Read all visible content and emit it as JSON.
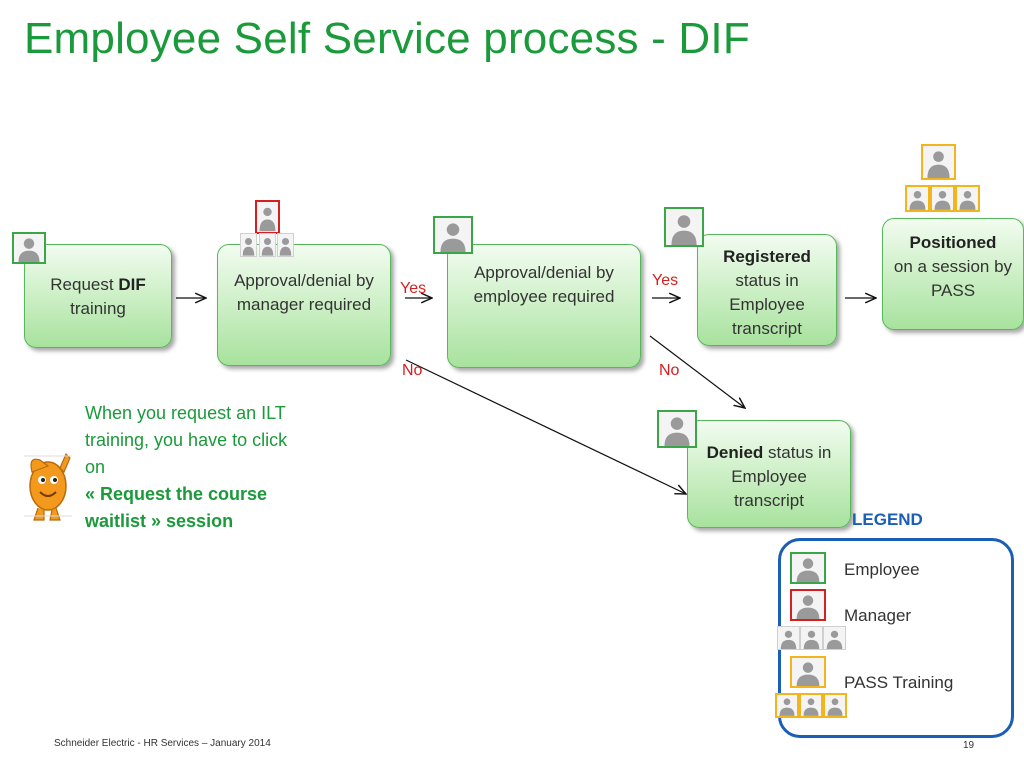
{
  "title": "Employee Self Service process - DIF",
  "nodes": {
    "request": {
      "prefix": "Request ",
      "bold": "DIF",
      "suffix": "training"
    },
    "manager_approval": {
      "text": "Approval/denial by manager required"
    },
    "employee_approval": {
      "text": "Approval/denial by employee required"
    },
    "registered": {
      "bold": "Registered",
      "text": "status in Employee transcript"
    },
    "positioned": {
      "bold": "Positioned",
      "text": "on a session by PASS"
    },
    "denied": {
      "bold": "Denied",
      "text": "status in Employee transcript"
    }
  },
  "edge_labels": {
    "yes1": "Yes",
    "yes2": "Yes",
    "no1": "No",
    "no2": "No"
  },
  "note": {
    "line1": "When you request an ILT training, you have to click on",
    "bold": "« Request the course waitlist » session"
  },
  "legend": {
    "title": "LEGEND",
    "employee": "Employee",
    "manager": "Manager",
    "pass": "PASS Training"
  },
  "footer": "Schneider Electric - HR Services – January 2014",
  "page_number": "19",
  "colors": {
    "title": "#1a9a3a",
    "yes_no": "#d62020",
    "employee_border": "#3ba648",
    "manager_border": "#d62020",
    "pass_border": "#f2b61c",
    "legend": "#1b5fb5"
  },
  "icons": {
    "person": "person-silhouette-icon",
    "mascot": "mascot-character-icon"
  }
}
